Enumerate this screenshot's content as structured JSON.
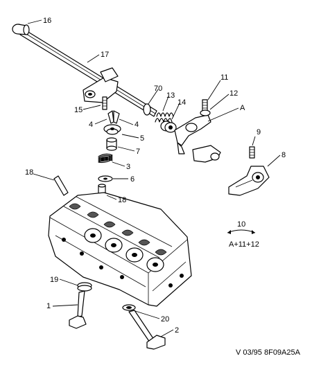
{
  "callouts": [
    {
      "id": "c16",
      "text": "16"
    },
    {
      "id": "c17",
      "text": "17"
    },
    {
      "id": "c70",
      "text": "70"
    },
    {
      "id": "c13",
      "text": "13"
    },
    {
      "id": "c14",
      "text": "14"
    },
    {
      "id": "c11",
      "text": "11"
    },
    {
      "id": "c12",
      "text": "12"
    },
    {
      "id": "cA",
      "text": "A"
    },
    {
      "id": "c15",
      "text": "15"
    },
    {
      "id": "c4a",
      "text": "4"
    },
    {
      "id": "c4b",
      "text": "4"
    },
    {
      "id": "c5",
      "text": "5"
    },
    {
      "id": "c7",
      "text": "7"
    },
    {
      "id": "c3",
      "text": "3"
    },
    {
      "id": "c6",
      "text": "6"
    },
    {
      "id": "c9",
      "text": "9"
    },
    {
      "id": "c8",
      "text": "8"
    },
    {
      "id": "c18a",
      "text": "18"
    },
    {
      "id": "c18b",
      "text": "18"
    },
    {
      "id": "c19",
      "text": "19"
    },
    {
      "id": "c1",
      "text": "1"
    },
    {
      "id": "c20",
      "text": "20"
    },
    {
      "id": "c2",
      "text": "2"
    }
  ],
  "legend": {
    "number": "10",
    "formula": "A+11+12"
  },
  "footer": {
    "code": "V 03/95 8F09A25A"
  }
}
